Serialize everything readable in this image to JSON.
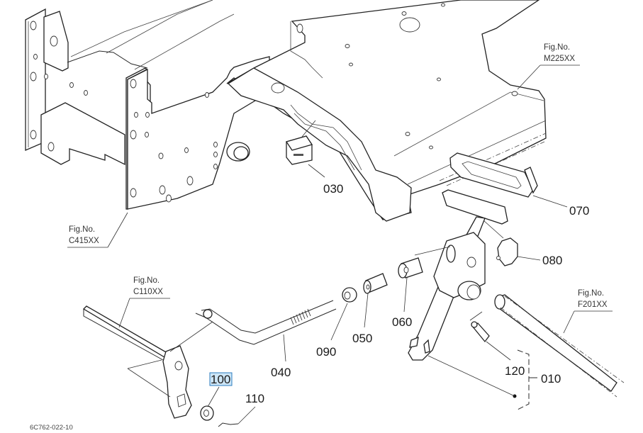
{
  "diagram": {
    "drawing_number": "6C762-022-10",
    "selected_part": "100",
    "selection_colors": {
      "fill": "#cde6f7",
      "border": "#2b7cbf"
    },
    "callouts": [
      {
        "id": "010",
        "label": "010"
      },
      {
        "id": "030",
        "label": "030"
      },
      {
        "id": "040",
        "label": "040"
      },
      {
        "id": "050",
        "label": "050"
      },
      {
        "id": "060",
        "label": "060"
      },
      {
        "id": "070",
        "label": "070"
      },
      {
        "id": "080",
        "label": "080"
      },
      {
        "id": "090",
        "label": "090"
      },
      {
        "id": "100",
        "label": "100",
        "selected": true
      },
      {
        "id": "110",
        "label": "110"
      },
      {
        "id": "120",
        "label": "120"
      }
    ],
    "figure_refs": [
      {
        "prefix": "Fig.No.",
        "code": "M225XX"
      },
      {
        "prefix": "Fig.No.",
        "code": "C415XX"
      },
      {
        "prefix": "Fig.No.",
        "code": "C110XX"
      },
      {
        "prefix": "Fig.No.",
        "code": "F201XX"
      }
    ]
  }
}
